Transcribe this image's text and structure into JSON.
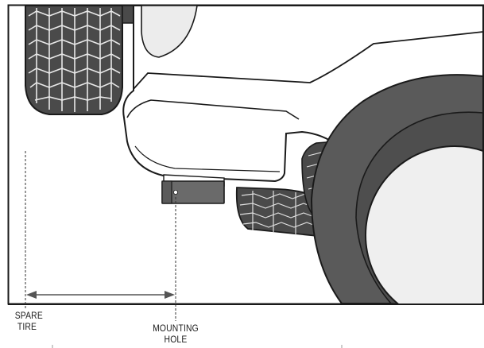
{
  "labels": {
    "spare_tire": {
      "line1": "SPARE",
      "line2": "TIRE"
    },
    "mounting_hole": {
      "line1": "MOUNTING",
      "line2": "HOLE"
    }
  },
  "colors": {
    "background": "#ffffff",
    "outline": "#1a1a1a",
    "tire_rubber": "#5a5a5a",
    "tire_tread": "#4a4a4a",
    "wheel_face": "#efefef",
    "body_panel": "#ffffff",
    "fender_shading": "#e8e8e8",
    "dimension_line": "#555555",
    "hitch_receiver": "#6a6a6a"
  }
}
